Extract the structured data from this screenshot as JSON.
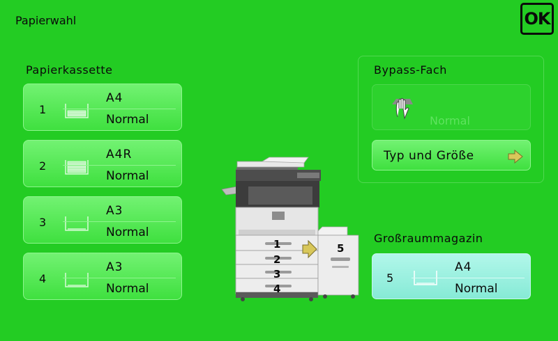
{
  "screen": {
    "title": "Papierwahl",
    "ok_label": "OK"
  },
  "cassettes": {
    "label": "Papierkassette",
    "items": [
      {
        "number": "1",
        "size": "A4",
        "type": "Normal"
      },
      {
        "number": "2",
        "size": "A4R",
        "type": "Normal"
      },
      {
        "number": "3",
        "size": "A3",
        "type": "Normal"
      },
      {
        "number": "4",
        "size": "A3",
        "type": "Normal"
      }
    ]
  },
  "bypass": {
    "label": "Bypass-Fach",
    "type": "Normal",
    "button_label": "Typ und Größe",
    "icon": "hand-icon"
  },
  "lcc": {
    "label": "Großraummagazin",
    "number": "5",
    "size": "A4",
    "type": "Normal"
  },
  "copier_image": {
    "tray_numbers": [
      "1",
      "2",
      "3",
      "4"
    ],
    "lcc_number": "5"
  },
  "colors": {
    "background": "#23cc23",
    "button": "#4fe64f",
    "selected": "#a6f2e2"
  }
}
